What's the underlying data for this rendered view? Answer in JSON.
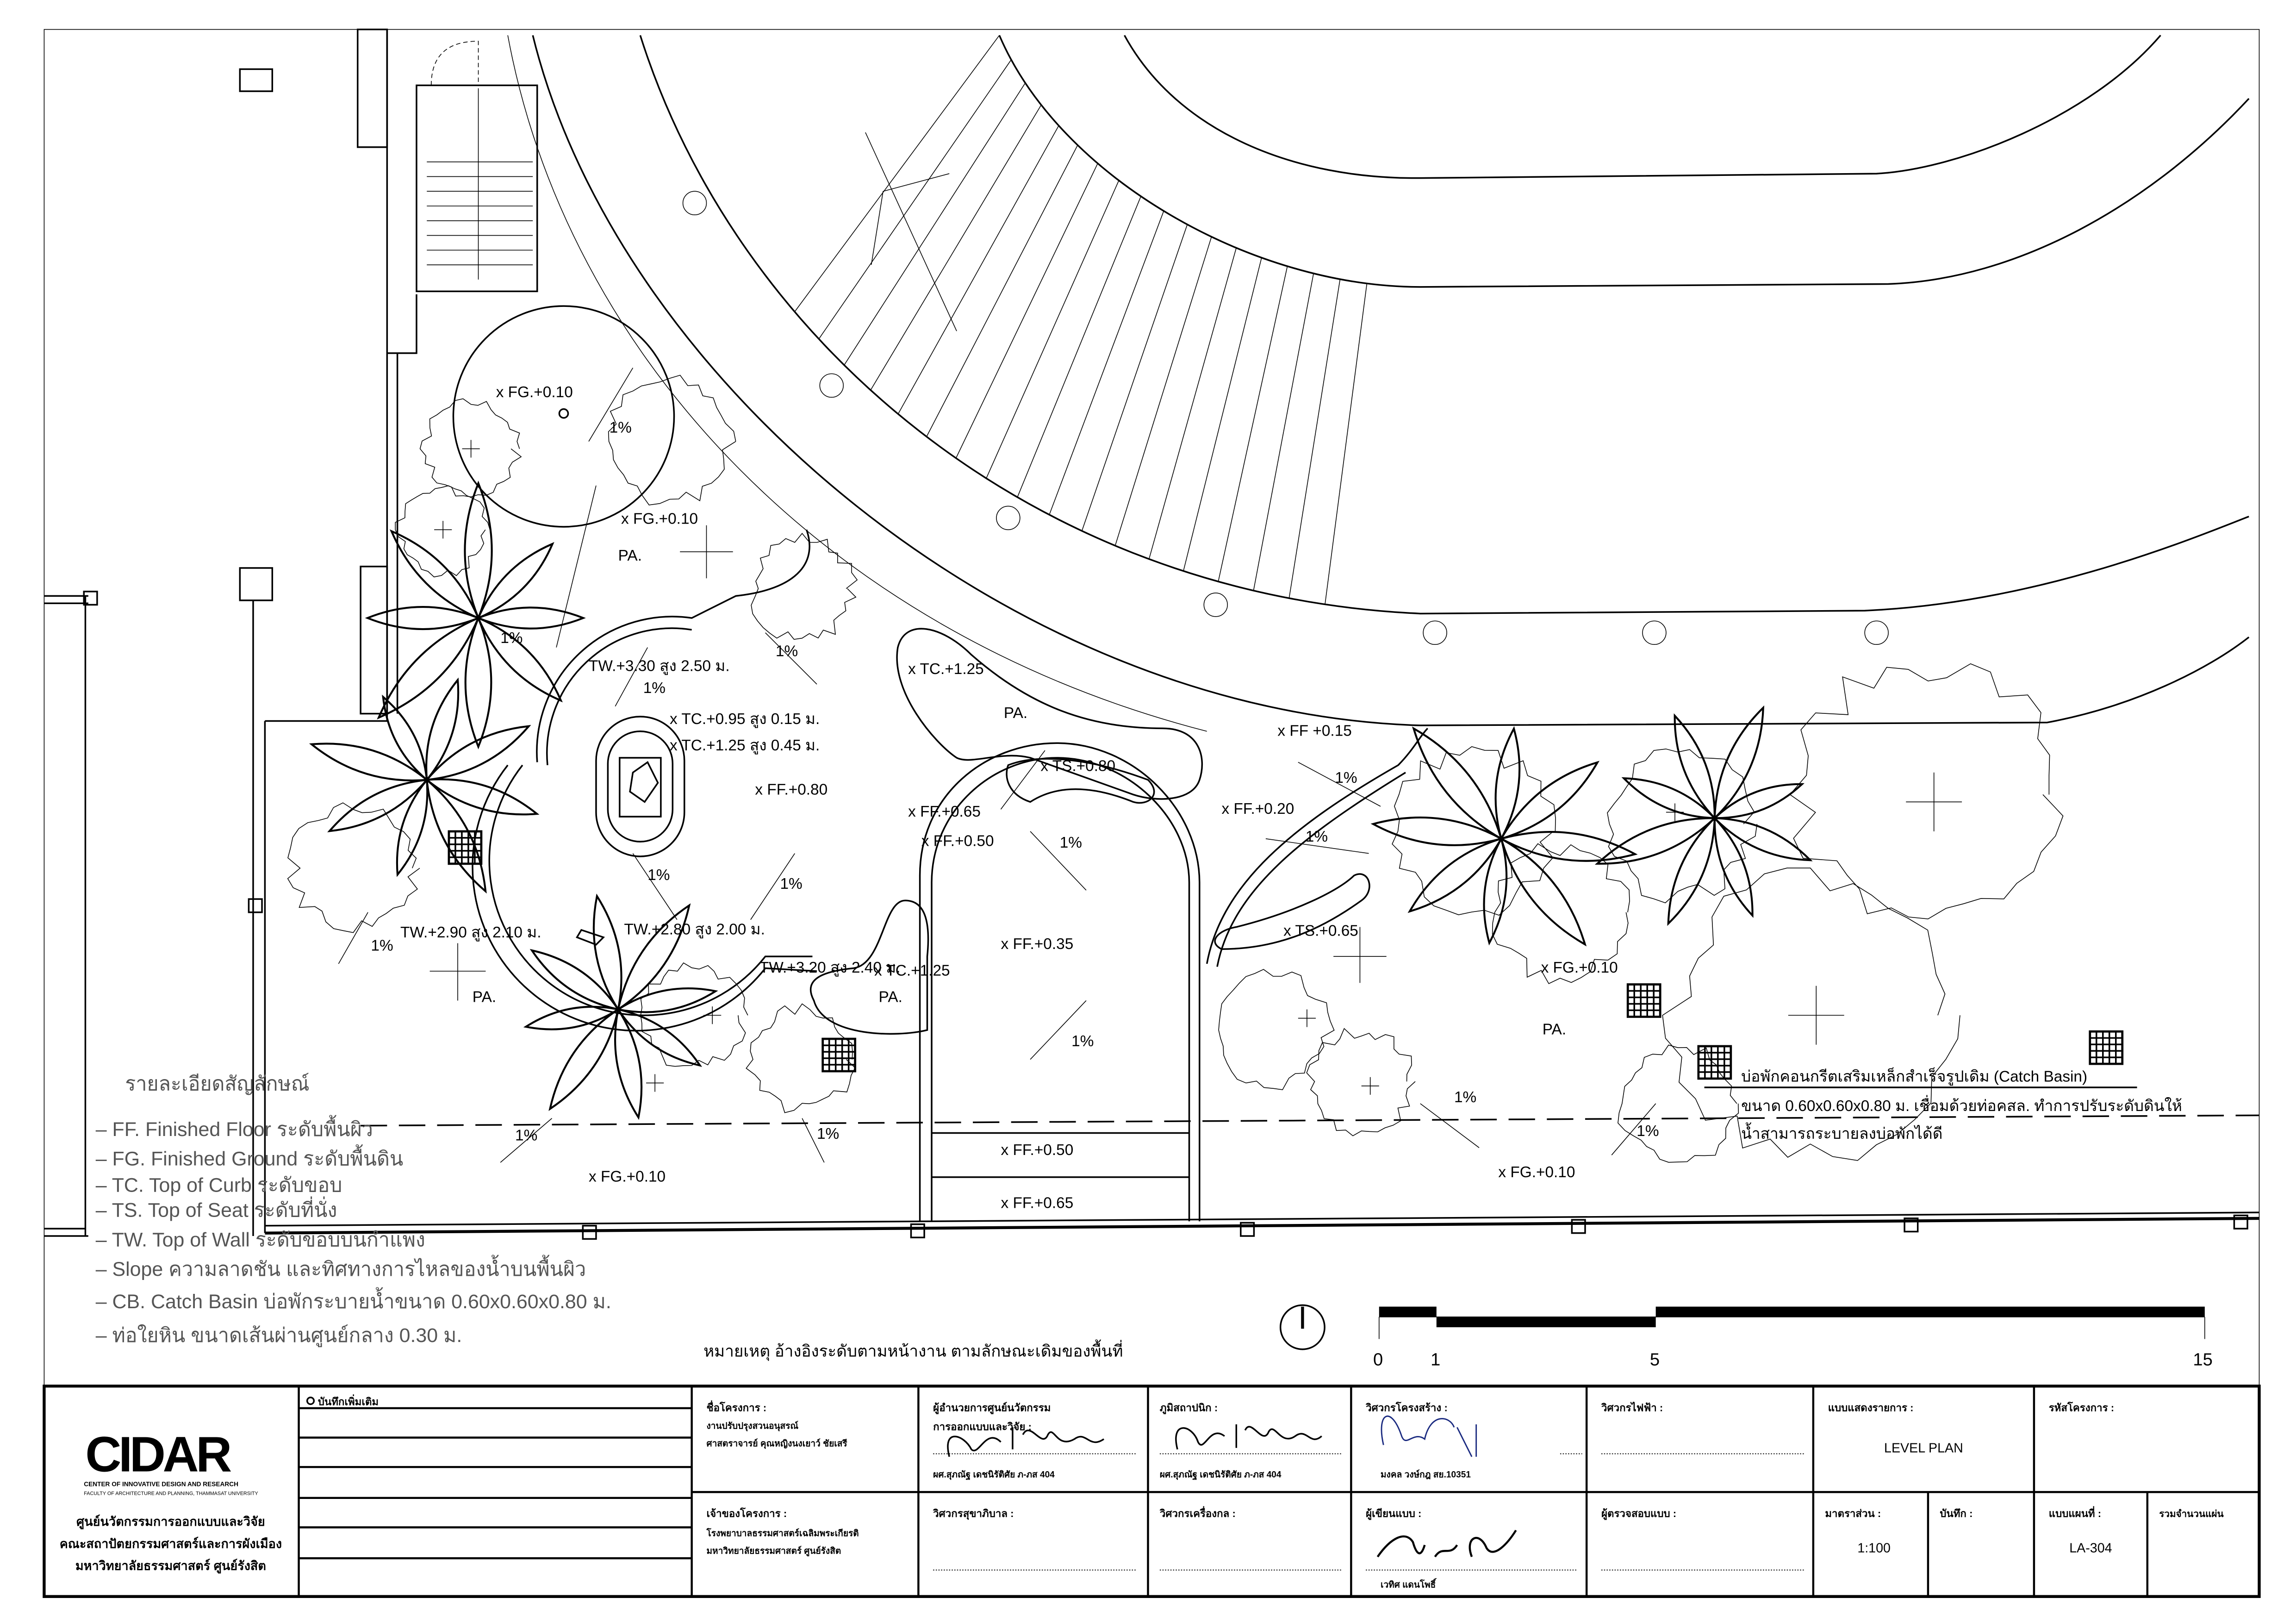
{
  "plan": {
    "labels": [
      "x FG.+0.10",
      "x FG.+0.10",
      "PA.",
      "1%",
      "1%",
      "TW.+3.30 สูง 2.50 ม.",
      "1%",
      "1%",
      "x TC.+0.95 สูง 0.15 ม.",
      "x TC.+1.25 สูง 0.45 ม.",
      "x FF.+0.80",
      "x TC.+1.25",
      "PA.",
      "x TS.+0.80",
      "x FF.+0.65",
      "x FF.+0.50",
      "1%",
      "x FF +0.15",
      "x FF.+0.20",
      "1%",
      "1%",
      "1%",
      "1%",
      "TW.+2.90 สูง 2.10 ม.",
      "1%",
      "TW.+2.80 สูง 2.00 ม.",
      "TW.+3.20 สูง 2.40 ม.",
      "x TC.+1.25",
      "x FF.+0.35",
      "x TS.+0.65",
      "PA.",
      "PA.",
      "PA.",
      "x FG.+0.10",
      "1%",
      "1%",
      "1%",
      "1%",
      "1%",
      "x FF.+0.50",
      "x FF.+0.65",
      "x FG.+0.10",
      "x FG.+0.10"
    ]
  },
  "legend": {
    "title": "รายละเอียดสัญลักษณ์",
    "items": [
      "– FF. Finished Floor ระดับพื้นผิว",
      "– FG. Finished Ground ระดับพื้นดิน",
      "– TC. Top of Curb ระดับขอบ",
      "– TS. Top of Seat ระดับที่นั่ง",
      "– TW. Top of Wall ระดับขอบบนกำแพง",
      "– Slope ความลาดชัน และทิศทางการไหลของน้ำบนพื้นผิว",
      "– CB. Catch Basin บ่อพักระบายน้ำขนาด 0.60x0.60x0.80 ม.",
      "– ท่อใยหิน ขนาดเส้นผ่านศูนย์กลาง 0.30 ม."
    ]
  },
  "catch_basin_note": [
    "บ่อพักคอนกรีตเสริมเหล็กสำเร็จรูปเดิม (Catch Basin)",
    "ขนาด 0.60x0.60x0.80 ม. เชื่อมด้วยท่อคสล. ทำการปรับระดับดินให้",
    "น้ำสามารถระบายลงบ่อพักได้ดี"
  ],
  "remark": "หมายเหตุ อ้างอิงระดับตามหน้างาน ตามลักษณะเดิมของพื้นที่",
  "scale_bar": {
    "labels": [
      "0",
      "1",
      "5",
      "15"
    ]
  },
  "title_block": {
    "logo": {
      "mark": "CIDAR",
      "en_line1": "CENTER OF INNOVATIVE DESIGN AND RESEARCH",
      "en_line2": "FACULTY OF ARCHITECTURE AND PLANNING, THAMMASAT UNIVERSITY",
      "th_lines": [
        "ศูนย์นวัตกรรมการออกแบบและวิจัย",
        "คณะสถาปัตยกรรมศาสตร์และการผังเมือง",
        "มหาวิทยาลัยธรรมศาสตร์ ศูนย์รังสิต"
      ]
    },
    "notes_label": "บันทึกเพิ่มเติม",
    "project_label": "ชื่อโครงการ :",
    "project_lines": [
      "งานปรับปรุงสวนอนุสรณ์",
      "ศาสตราจารย์ คุณหญิงนงเยาว์ ชัยเสรี"
    ],
    "owner_label": "เจ้าของโครงการ :",
    "owner_lines": [
      "โรงพยาบาลธรรมศาสตร์เฉลิมพระเกียรติ",
      "มหาวิทยาลัยธรรมศาสตร์ ศูนย์รังสิต"
    ],
    "director_label": [
      "ผู้อำนวยการศูนย์นวัตกรรม",
      "การออกแบบและวิจัย  :"
    ],
    "director_name": "ผศ.สุภณัฐ เดชนิรัติศัย ภ-ภส 404",
    "landscape_label": "ภูมิสถาปนิก  :",
    "landscape_name": "ผศ.สุภณัฐ เดชนิรัติศัย ภ-ภส 404",
    "structural_label": "วิศวกรโครงสร้าง :",
    "structural_name": "มงคล วงษ์กฎ สย.10351",
    "electrical_label": "วิศวกรไฟฟ้า :",
    "drawing_list_label": "แบบแสดงรายการ :",
    "drawing_list_value": "LEVEL PLAN",
    "project_code_label": "รหัสโครงการ :",
    "sanitary_label": "วิศวกรสุขาภิบาล :",
    "mechanical_label": "วิศวกรเครื่องกล :",
    "drafter_label": "ผู้เขียนแบบ :",
    "drafter_name": "เวทิศ แดนโพธิ์",
    "checker_label": "ผู้ตรวจสอบแบบ :",
    "scale_label": "มาตราส่วน :",
    "scale_value": "1:100",
    "record_label": "บันทึก :",
    "sheet_no_label": "แบบแผนที่ :",
    "sheet_no_value": "LA-304",
    "total_sheets_label": "รวมจำนวนแผ่น"
  }
}
